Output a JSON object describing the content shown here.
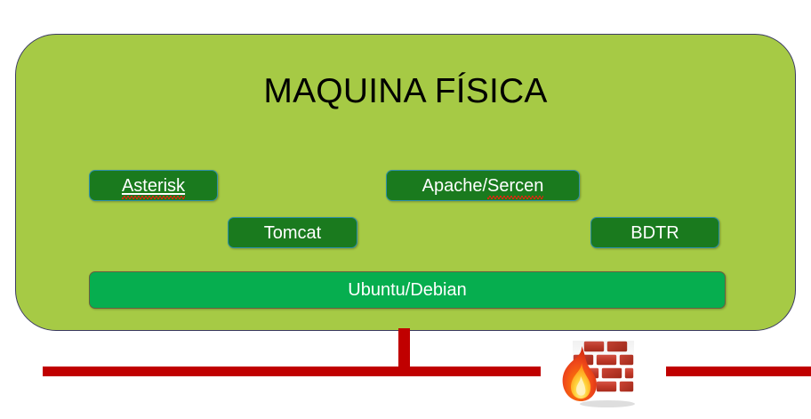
{
  "diagram": {
    "title": "MAQUINA FÍSICA",
    "colors": {
      "machine_fill": "#A6CA45",
      "machine_border": "#3B3A63",
      "service_fill": "#1A7A1E",
      "service_border": "#2E8FA8",
      "os_fill": "#06AE4F",
      "network_line": "#C00000",
      "title_text": "#000000",
      "service_text": "#FFFFFF",
      "spellcheck_squiggle": "#D42A10",
      "brick": "#C0392B",
      "flame": "#F58220"
    },
    "services": [
      {
        "id": "asterisk",
        "label": "Asterisk",
        "underlined": "Asterisk",
        "spellcheck_flag": true
      },
      {
        "id": "apache",
        "label": "Apache/Sercen",
        "underlined": "Sercen",
        "spellcheck_flag": true
      },
      {
        "id": "tomcat",
        "label": "Tomcat",
        "underlined": "",
        "spellcheck_flag": false
      },
      {
        "id": "bdtr",
        "label": "BDTR",
        "underlined": "",
        "spellcheck_flag": false
      }
    ],
    "apache": {
      "prefix": "Apache/",
      "suffix": "Sercen"
    },
    "os": {
      "label": "Ubuntu/Debian"
    },
    "network": {
      "firewall_icon": "firewall-brick-wall-flame-icon",
      "trunk_line_label": "",
      "uplink_label": ""
    }
  }
}
